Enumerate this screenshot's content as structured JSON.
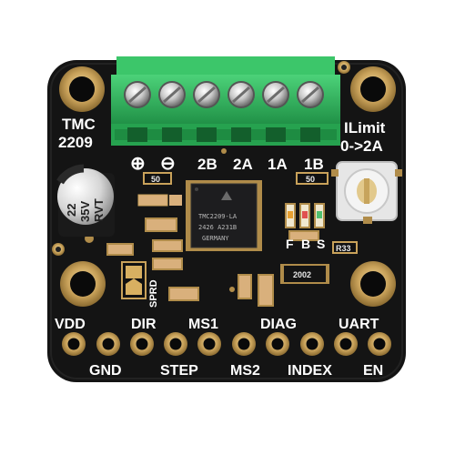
{
  "board": {
    "title_line1": "TMC",
    "title_line2": "2209",
    "ilimit_line1": "ILimit",
    "ilimit_line2": "0->2A",
    "polarity_plus": "⊕",
    "polarity_minus": "⊖",
    "motor_labels": [
      "2B",
      "2A",
      "1A",
      "1B"
    ],
    "led_labels": [
      "F",
      "B",
      "S"
    ],
    "sprd_label": "SPRD",
    "chip_line1": "TMC2209-LA",
    "chip_line2": "2426 A231B",
    "chip_line3": "GERMANY",
    "cap_line1": "22",
    "cap_line2": "35V",
    "cap_line3": "RVT",
    "resistor_code_top": "50",
    "resistor_code_right": "50",
    "resistor_code_2002": "2002",
    "resistor_code_r33": "R33",
    "pins_top": [
      "VDD",
      "DIR",
      "MS1",
      "DIAG",
      "UART"
    ],
    "pins_bottom": [
      "GND",
      "STEP",
      "MS2",
      "INDEX",
      "EN"
    ]
  },
  "colors": {
    "pcb": "#141414",
    "terminal_green": "#2fb45a",
    "gold": "#c9a25a",
    "silkscreen": "#ffffff"
  }
}
